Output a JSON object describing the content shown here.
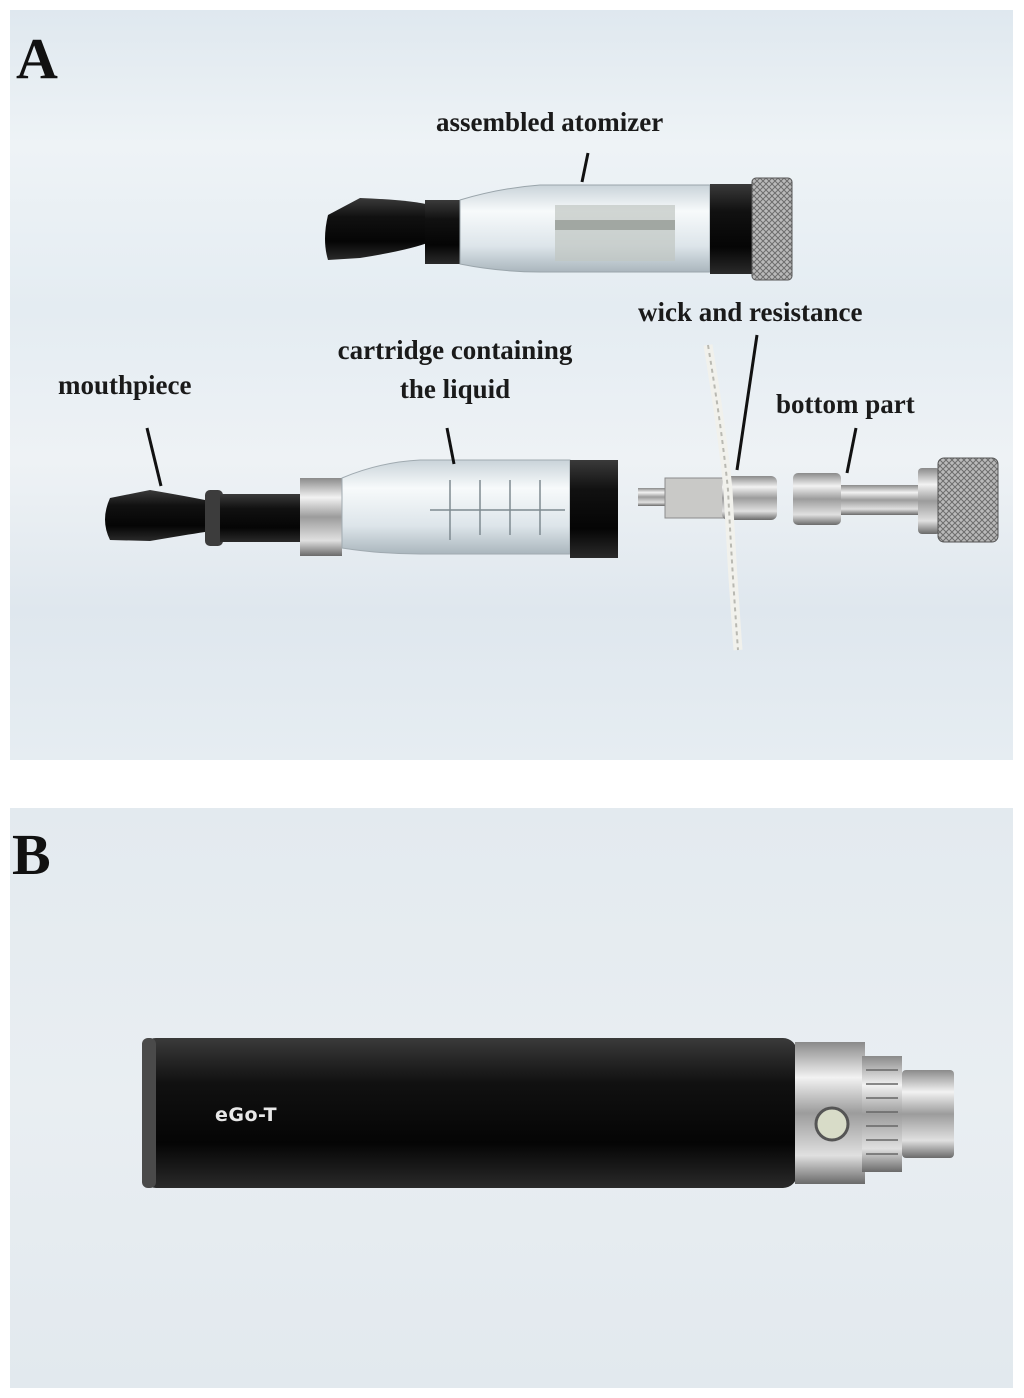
{
  "panel_a": {
    "letter": "A",
    "labels": {
      "assembled_atomizer": "assembled atomizer",
      "mouthpiece": "mouthpiece",
      "cartridge_line1": "cartridge containing",
      "cartridge_line2": "the liquid",
      "wick": "wick and resistance",
      "bottom_part": "bottom part"
    }
  },
  "panel_b": {
    "letter": "B",
    "battery_brand": "eGo-T"
  }
}
